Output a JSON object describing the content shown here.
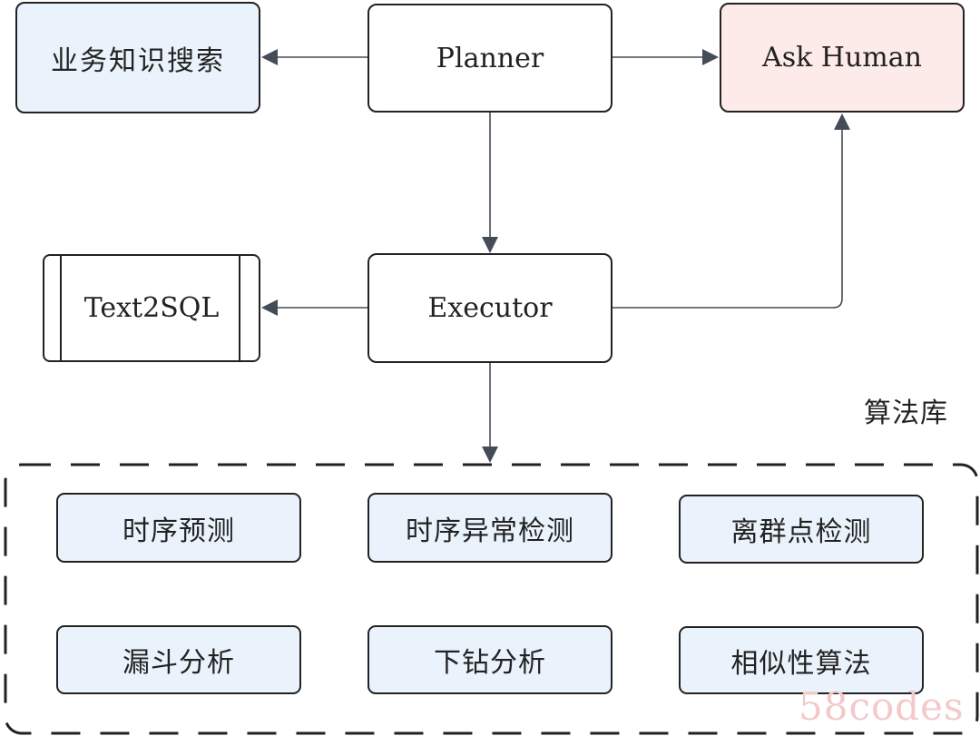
{
  "nodes": {
    "planner": "Planner",
    "ask_human": "Ask Human",
    "knowledge_search": "业务知识搜索",
    "executor": "Executor",
    "text2sql": "Text2SQL"
  },
  "algorithm_library": {
    "title": "算法库",
    "items": [
      "时序预测",
      "时序异常检测",
      "离群点检测",
      "漏斗分析",
      "下钻分析",
      "相似性算法"
    ]
  },
  "watermark": "58codes",
  "colors": {
    "blue_fill": "#eaf3fc",
    "pink_fill": "#fcebe8",
    "stroke": "#222222",
    "arrow": "#444c58"
  }
}
